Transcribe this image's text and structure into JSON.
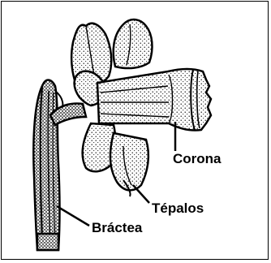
{
  "labels": {
    "corona": "Corona",
    "tepalos": "Tépalos",
    "bractea": "Bráctea"
  },
  "colors": {
    "ink": "#000000",
    "paper": "#ffffff"
  }
}
